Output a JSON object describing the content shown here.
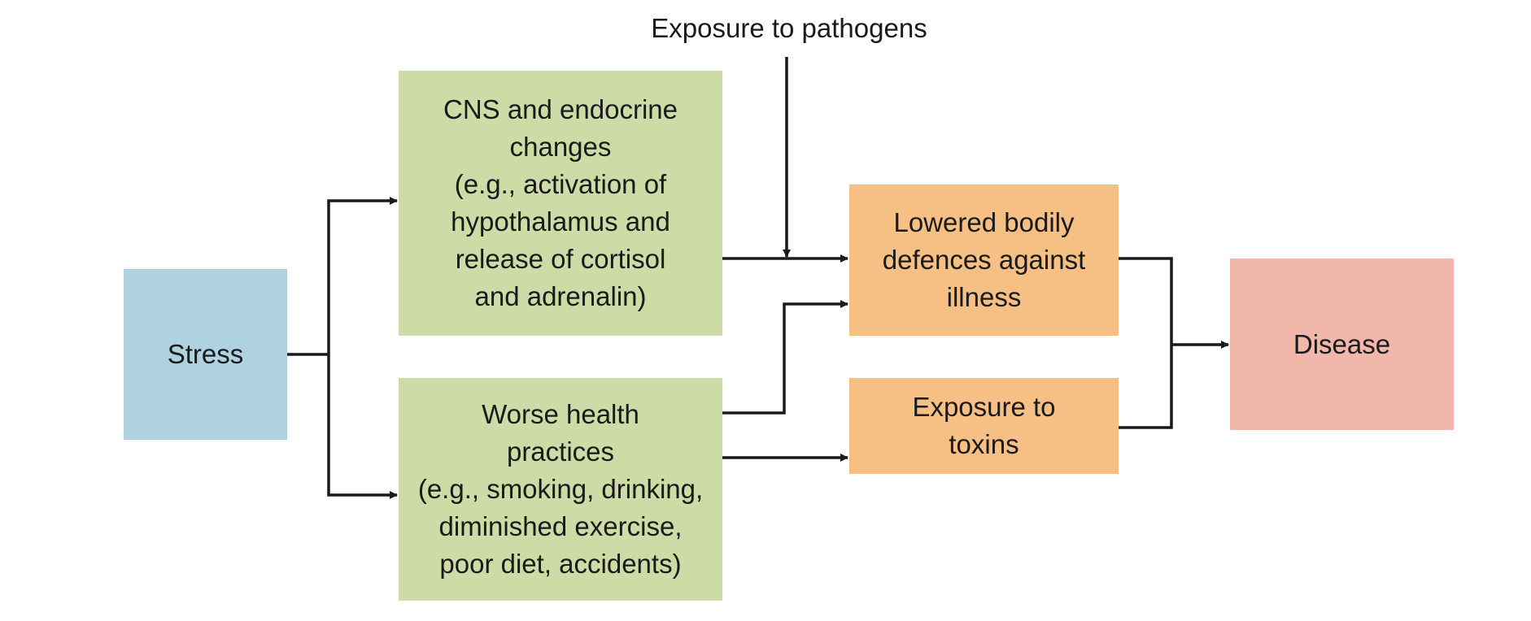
{
  "colors": {
    "stress": "#aed2e0",
    "green": "#cddba6",
    "orange": "#f6bf84",
    "disease": "#f1b7aa",
    "arrow": "#1a1a1a"
  },
  "boxes": {
    "stress": {
      "lines": [
        "Stress"
      ]
    },
    "cns": {
      "lines": [
        "CNS and endocrine",
        "changes",
        "(e.g., activation of",
        "hypothalamus and",
        "release of cortisol",
        "and adrenalin)"
      ]
    },
    "worse": {
      "lines": [
        "Worse health",
        "practices",
        "(e.g., smoking, drinking,",
        "diminished exercise,",
        "poor diet, accidents)"
      ]
    },
    "lowered": {
      "lines": [
        "Lowered bodily",
        "defences against",
        "illness"
      ]
    },
    "toxins": {
      "lines": [
        "Exposure to",
        "toxins"
      ]
    },
    "disease": {
      "lines": [
        "Disease"
      ]
    }
  },
  "labels": {
    "pathogens": "Exposure to pathogens"
  }
}
